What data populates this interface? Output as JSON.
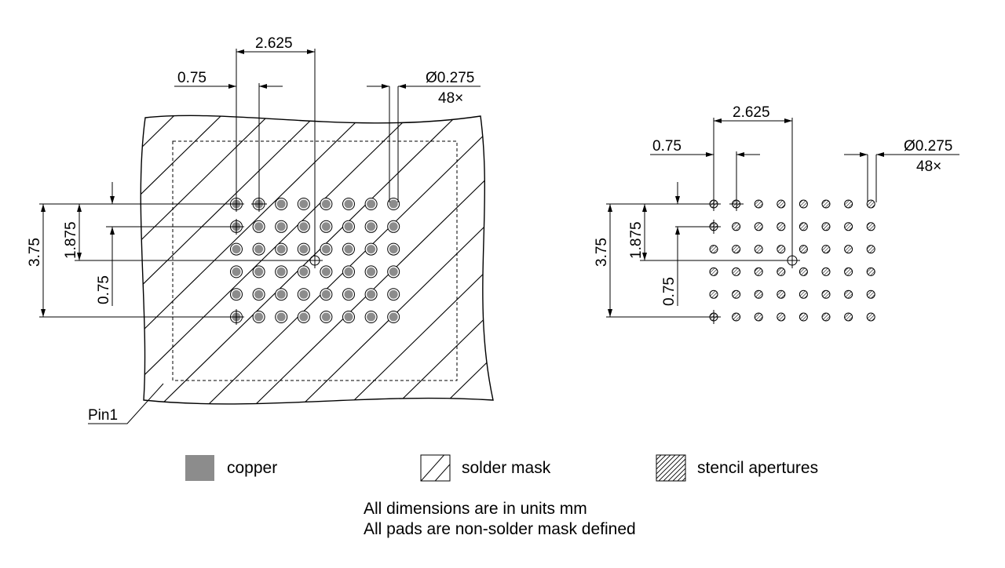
{
  "left_view": {
    "dim_pitch_x": "2.625",
    "dim_pitch": "0.75",
    "dim_ball_diameter": "Ø0.275",
    "dim_ball_count": "48×",
    "dim_rows_total": "3.75",
    "dim_half_height": "1.875",
    "dim_row_pitch": "0.75",
    "pin1_label": "Pin1"
  },
  "right_view": {
    "dim_pitch_x": "2.625",
    "dim_pitch": "0.75",
    "dim_ball_diameter": "Ø0.275",
    "dim_ball_count": "48×",
    "dim_rows_total": "3.75",
    "dim_half_height": "1.875",
    "dim_row_pitch": "0.75"
  },
  "legend": {
    "copper": "copper",
    "solder_mask": "solder mask",
    "stencil": "stencil apertures"
  },
  "notes": {
    "line1": "All dimensions are in units mm",
    "line2": "All pads are non-solder mask defined"
  },
  "colors": {
    "copper": "#8c8c8c",
    "line": "#000000"
  }
}
